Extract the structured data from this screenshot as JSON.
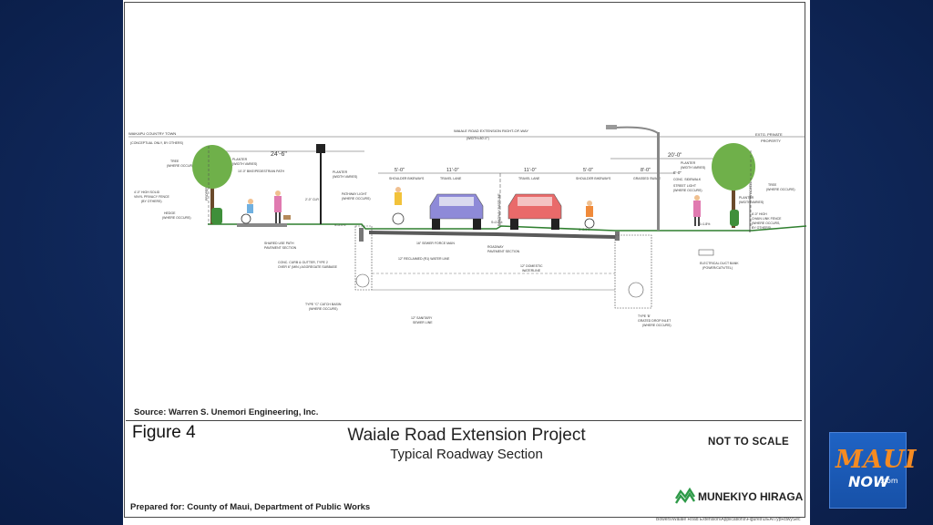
{
  "sheet": {
    "source": "Source: Warren S. Unemori Engineering, Inc.",
    "figure": "Figure 4",
    "title": "Waiale Road Extension Project",
    "subtitle": "Typical Roadway Section",
    "scale_note": "NOT TO SCALE",
    "prepared_for": "Prepared for: County of Maui, Department of Public Works",
    "firm": "MUNEKIYO HIRAGA",
    "file_path": "Bowers\\Waiale Road Extension\\Applications\\Figures\\DEA\\TypRdwySec",
    "firm_color": "#2e9a48"
  },
  "drawing": {
    "left_edge": "WAIKAPU COUNTRY TOWN",
    "left_edge_note": "(CONCEPTUAL ONLY, BY OTHERS)",
    "right_edge": "EXTG. PRIVATE",
    "right_edge_2": "PROPERTY",
    "row": "WAIALE ROAD EXTENSION RIGHT-OF-WAY",
    "row_width": "(WIDTH=80'-0\")",
    "left_width": "24'-6\"",
    "right_width": "20'-0\"",
    "dims": [
      "5'-0\"",
      "11'-0\"",
      "11'-0\"",
      "5'-0\"",
      "8'-0\""
    ],
    "lanes": [
      "SHOULDER BIKEWAYS",
      "TRAVEL LANE",
      "TRAVEL LANE",
      "SHOULDER BIKEWAYS",
      "GRASSED SWALE"
    ],
    "planter": "PLANTER",
    "width_varies": "(WIDTH VARIES)",
    "bike_path": "10'-0\" BIKE/PEDESTRIAN PATH",
    "tree": "TREE",
    "where_occurs": "(WHERE OCCURS)",
    "wall": "4'-0\" HIGH SOLID",
    "wall_2": "VINYL PRIVACY FENCE",
    "wall_3": "(BY OTHERS)",
    "hedge": "HEDGE",
    "clr": "2'-0\" CLR",
    "pathway_light": "PATHWAY LIGHT",
    "shared_path": "SHARED USE PATH",
    "shared_path_2": "PAVEMENT SECTION",
    "curb": "CONC. CURB & GUTTER, TYPE 2",
    "curb_2": "OVER 6\" (MIN.) AGGREGATE SUBBASE",
    "catch_basin": "TYPE \"C\" CATCH BASIN",
    "slope_left": "S=1.8%",
    "slope_mid": "S=2.0%",
    "slope_right": "S=1.8%",
    "baseline": "ROADWAY BASELINE",
    "force_main": "16\" SEWER FORCE MAIN",
    "roadway_pavement": "ROADWAY",
    "roadway_pavement_2": "PAVEMENT SECTION",
    "reclaimed": "12\" RECLAIMED (R1) WATER LINE",
    "domestic": "12\" DOMESTIC",
    "domestic_2": "WATERLINE",
    "sanitary": "12\" SANITARY",
    "sanitary_2": "SEWER LINE",
    "drop_inlet": "TYPE 'B'",
    "drop_inlet_2": "GRATED DROP INLET",
    "sidewalk_dim": "6'-0\"",
    "sidewalk": "CONC. SIDEWALK",
    "street_light": "STREET LIGHT",
    "fence": "6'-0\" HIGH",
    "fence_2": "CHAIN LINK FENCE",
    "fence_3": "(WHERE OCCURS,",
    "fence_4": "BY OTHERS)",
    "duct_bank": "ELECTRICAL DUCT BANK",
    "duct_bank_2": "(POWER/CATV/TEL)",
    "prop_line": "PROPERTY LINE",
    "colors": {
      "grass": "#3f8f3a",
      "car_left": "#8e8ad8",
      "car_right": "#e96a6a",
      "tree": "#6fb04a",
      "road": "#555555"
    }
  },
  "badge": {
    "word": "MAUI",
    "sub": "NOW",
    "suffix": ".com",
    "accent": "#f58b22",
    "bg": "#1f63c4"
  }
}
